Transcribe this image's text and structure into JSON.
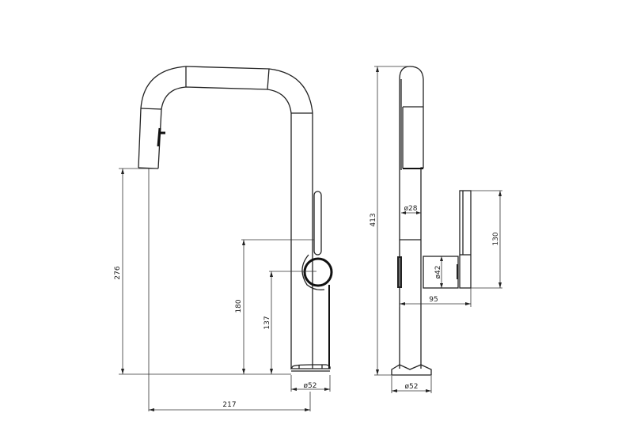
{
  "drawing": {
    "type": "technical-drawing",
    "subject": "pull-out kitchen faucet",
    "units": "mm",
    "front_view": {
      "dimensions": {
        "spout_height": "276",
        "lever_top_height": "180",
        "lever_center_height": "137",
        "spout_reach": "217",
        "base_diameter": "ø52"
      }
    },
    "side_view": {
      "dimensions": {
        "total_height": "413",
        "body_diameter": "ø28",
        "lever_height": "130",
        "handle_diameter": "ø42",
        "handle_depth": "95",
        "base_diameter": "ø52"
      }
    }
  }
}
